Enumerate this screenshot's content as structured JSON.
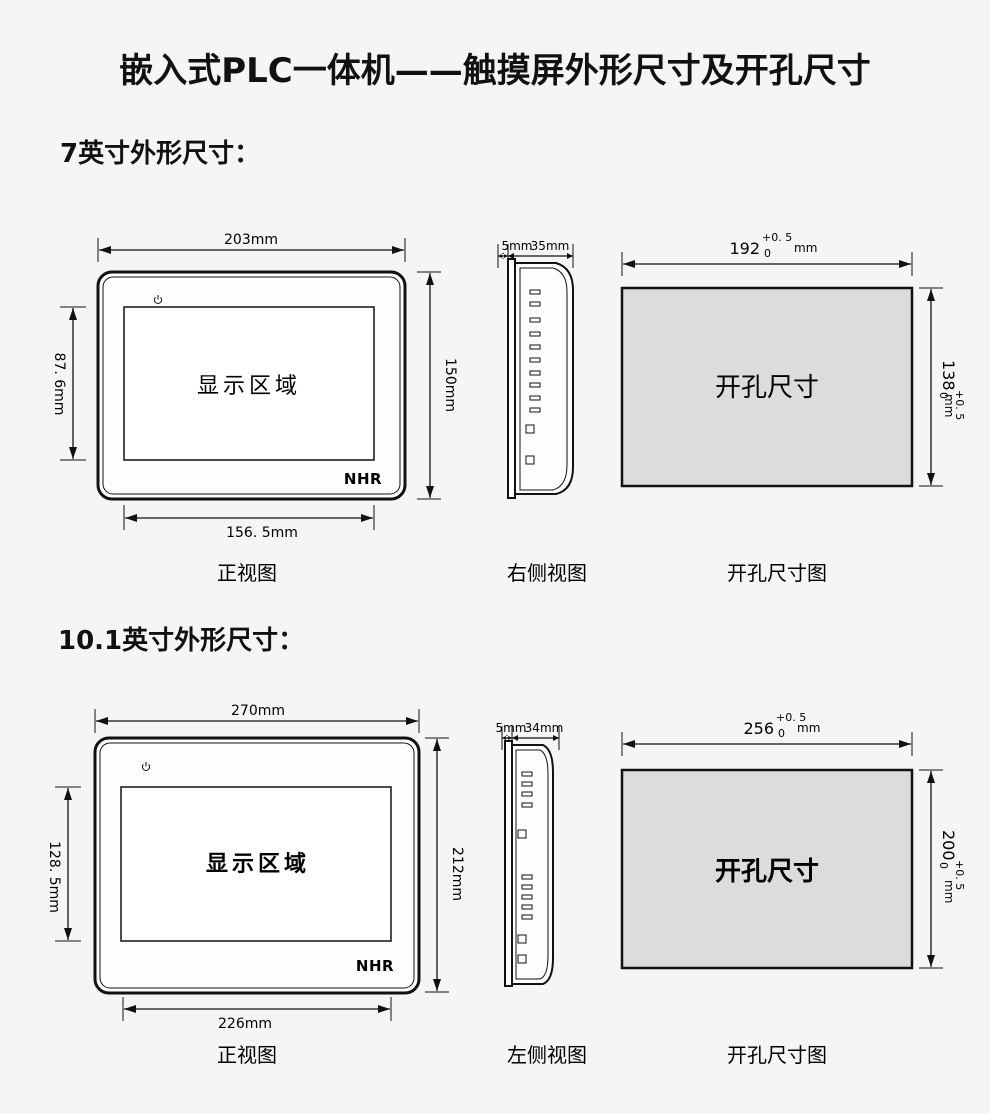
{
  "title": "嵌入式PLC一体机——触摸屏外形尺寸及开孔尺寸",
  "sections": [
    {
      "heading": "7英寸外形尺寸：",
      "front": {
        "width": "203mm",
        "height": "150mm",
        "display_height": "87. 6mm",
        "display_width": "156. 5mm",
        "display_label": "显示区域",
        "logo": "NHR",
        "caption": "正视图"
      },
      "side": {
        "bezel": "5mm",
        "depth": "35mm",
        "caption": "右侧视图"
      },
      "cutout": {
        "width_value": "192",
        "width_tol_upper": "+0. 5",
        "width_tol_lower": "0",
        "width_unit": "mm",
        "height_value": "138",
        "height_tol_upper": "+0. 5",
        "height_tol_lower": "0",
        "height_unit": "mm",
        "label": "开孔尺寸",
        "caption": "开孔尺寸图"
      }
    },
    {
      "heading": "10.1英寸外形尺寸：",
      "front": {
        "width": "270mm",
        "height": "212mm",
        "display_height": "128. 5mm",
        "display_width": "226mm",
        "display_label": "显示区域",
        "logo": "NHR",
        "caption": "正视图"
      },
      "side": {
        "bezel": "5mm",
        "depth": "34mm",
        "caption": "左侧视图"
      },
      "cutout": {
        "width_value": "256",
        "width_tol_upper": "+0. 5",
        "width_tol_lower": "0",
        "width_unit": "mm",
        "height_value": "200",
        "height_tol_upper": "+0. 5",
        "height_tol_lower": "0",
        "height_unit": "mm",
        "label": "开孔尺寸",
        "caption": "开孔尺寸图"
      }
    }
  ],
  "colors": {
    "background": "#f5f5f5",
    "cutout_fill": "#dcdcdc",
    "line": "#111111"
  },
  "icons": [
    "power-icon"
  ]
}
